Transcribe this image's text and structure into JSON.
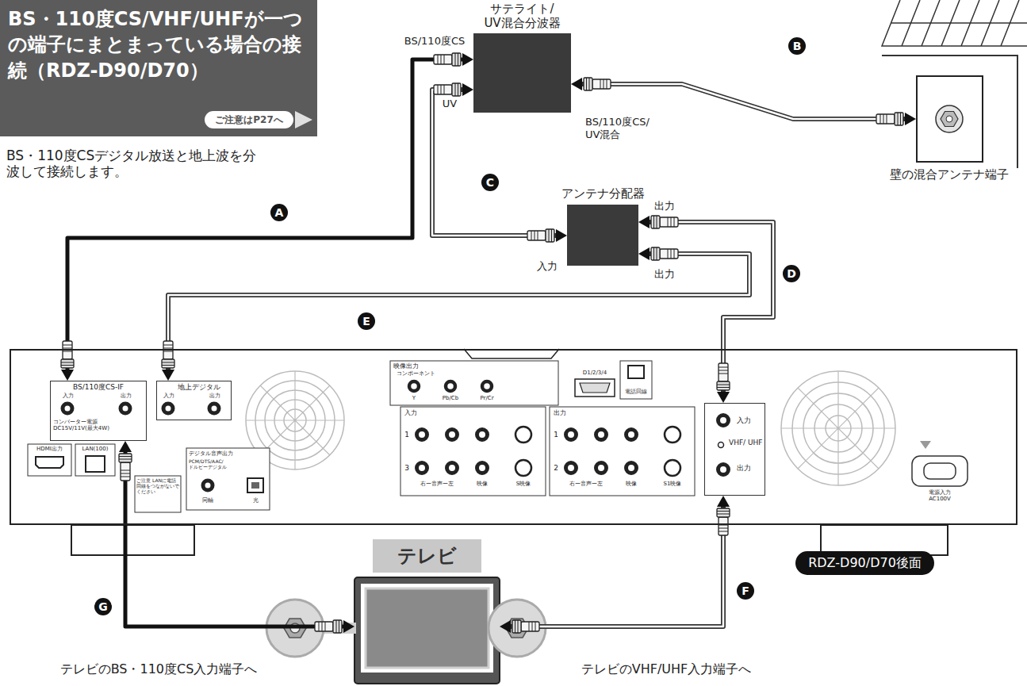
{
  "diagram": {
    "title": "BS・110度CS/VHF/UHFが一つの端子にまとまっている場合の接続（RDZ-D90/D70）",
    "nodes": [
      {
        "text": [
          "サテライト/ UV混合分波器"
        ]
      },
      {
        "text": [
          "壁の混合アンテナ端子"
        ]
      },
      {
        "text": [
          "アンテナ分配器"
        ]
      },
      {
        "text": [
          "RDZ-D90/D70後面"
        ]
      },
      {
        "text": [
          "BS/110度CS-IF",
          "入力",
          "出力",
          "コンバーター電源 DC15V/11V(最大4W)"
        ],
        "in": 3
      },
      {
        "text": [
          "地上デジタル",
          "入力",
          "出力"
        ],
        "in": 3
      },
      {
        "text": [
          "入力",
          "VHF/ UHF",
          "出力"
        ],
        "in": 3
      },
      {
        "text": [
          "テレビ"
        ]
      }
    ],
    "edges": [
      {
        "from": 4,
        "to": 0,
        "arrow": "both",
        "label": "A"
      },
      {
        "from": 1,
        "to": 0,
        "arrow": "both",
        "label": "B"
      },
      {
        "from": 0,
        "to": 2,
        "arrow": "both",
        "label": "C"
      },
      {
        "from": 2,
        "to": 6,
        "arrow": "both",
        "label": "D"
      },
      {
        "from": 2,
        "to": 5,
        "arrow": "both",
        "label": "E"
      },
      {
        "from": 6,
        "to": 7,
        "arrow": "both",
        "label": "F"
      },
      {
        "from": 4,
        "to": 7,
        "arrow": "both",
        "label": "G"
      }
    ],
    "labels": [
      "ご注意はP27へ",
      "BS・110度CSデジタル放送と地上波を分波して接続します。",
      "BS/110度CS",
      "UV",
      "BS/110度CS/ UV混合",
      "出力",
      "入力",
      "出力",
      "テレビのBS・110度CS入力端子へ",
      "テレビのVHF/UHF入力端子へ",
      "映像出力",
      "コンポーネント",
      "Y",
      "Pb/Cb",
      "Pr/Cr",
      "D1/2/3/4",
      "電話回線",
      "入力",
      "1",
      "3",
      "右ー音声ー左",
      "映像",
      "S映像",
      "出力",
      "1",
      "2",
      "右ー音声ー左",
      "映像",
      "S1映像",
      "HDMI出力",
      "LAN(100)",
      "ご注意 LANに電話回線をつながないでください",
      "デジタル音声出力",
      "PCM/DTS/AAC/ ドルビーデジタル",
      "同軸",
      "光",
      "電源入力 AC100V"
    ]
  }
}
